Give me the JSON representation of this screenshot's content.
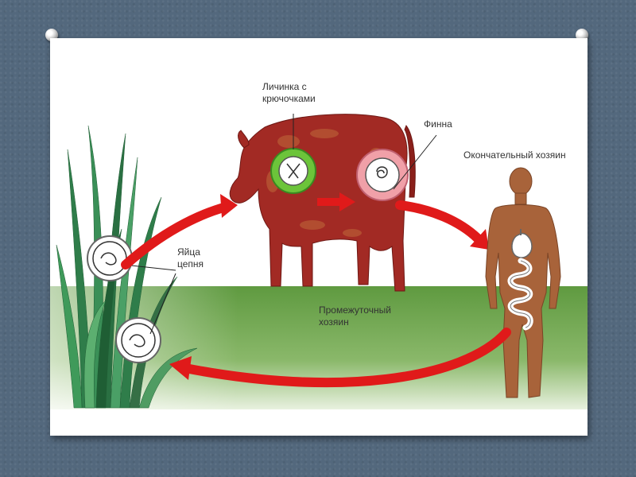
{
  "diagram": {
    "labels": {
      "larva": "Личинка с крючочками",
      "finna": "Финна",
      "final_host": "Окончательный хозяин",
      "eggs": "Яйца цепня",
      "intermediate_host": "Промежуточный хозяин"
    },
    "colors": {
      "background": "#53687d",
      "ground": "#5a8a3c",
      "cow": "#a22a24",
      "arrow": "#e01a1a",
      "human": "#a8633a",
      "larva_circle": "#6cc43a",
      "finna_circle": "#f0a0a8"
    }
  }
}
